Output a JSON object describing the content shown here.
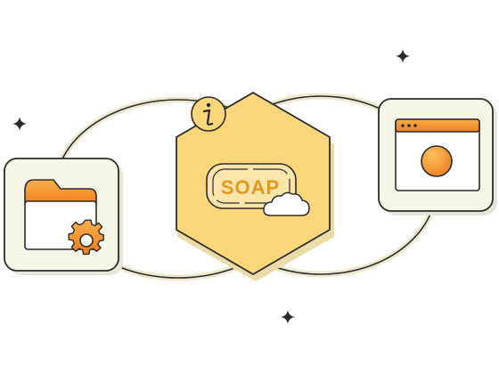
{
  "diagram": {
    "center_label": "SOAP",
    "nodes": [
      {
        "id": "folder-settings",
        "icon": "folder-gear-icon"
      },
      {
        "id": "soap-service",
        "icon": "soap-bar-icon"
      },
      {
        "id": "browser-window",
        "icon": "browser-window-icon"
      }
    ],
    "badge_icon": "info-icon",
    "sparkle_icon": "sparkle-icon"
  },
  "colors": {
    "outline": "#2b2b2b",
    "card_fill": "#f6f7e6",
    "hex_fill": "#fbd67a",
    "orange_dark": "#f07e1c",
    "orange_light": "#fbb04a",
    "soap_text": "#e09a1f",
    "ring": "#e8e4c8"
  }
}
